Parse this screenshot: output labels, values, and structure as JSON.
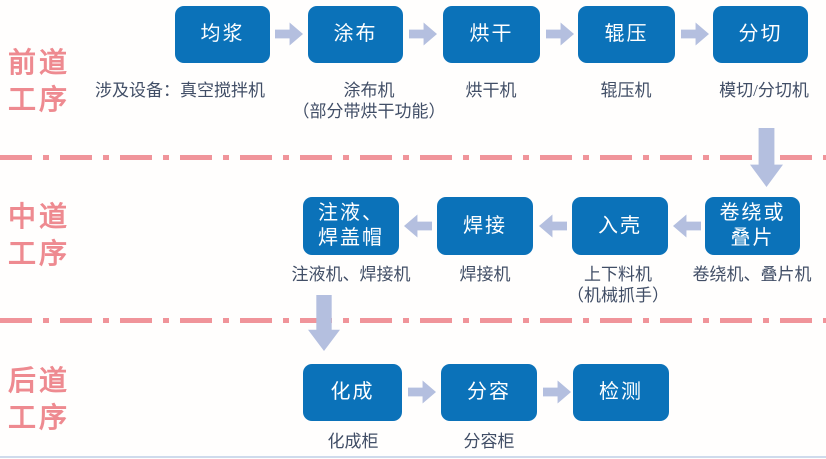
{
  "colors": {
    "box_blue": "#0b72b9",
    "arrow_blue": "#b4bfdf",
    "divider_red": "#f0949a",
    "stage_label_red": "#ee8a90",
    "caption_text": "#414e66"
  },
  "stages": {
    "front": {
      "label": "前道\n工序"
    },
    "middle": {
      "label": "中道\n工序"
    },
    "back": {
      "label": "后道\n工序"
    }
  },
  "front_row": {
    "flow_direction": "left-to-right",
    "steps": [
      {
        "label": "均浆",
        "equipment": "涉及设备：真空搅拌机"
      },
      {
        "label": "涂布",
        "equipment": "涂布机\n（部分带烘干功能）"
      },
      {
        "label": "烘干",
        "equipment": "烘干机"
      },
      {
        "label": "辊压",
        "equipment": "辊压机"
      },
      {
        "label": "分切",
        "equipment": "模切/分切机"
      }
    ]
  },
  "middle_row": {
    "flow_direction": "right-to-left",
    "steps": [
      {
        "label": "注液、焊盖帽",
        "equipment": "注液机、焊接机"
      },
      {
        "label": "焊接",
        "equipment": "焊接机"
      },
      {
        "label": "入壳",
        "equipment": "上下料机\n（机械抓手）"
      },
      {
        "label": "卷绕或叠片",
        "equipment": "卷绕机、叠片机"
      }
    ]
  },
  "back_row": {
    "flow_direction": "left-to-right",
    "steps": [
      {
        "label": "化成",
        "equipment": "化成柜"
      },
      {
        "label": "分容",
        "equipment": "分容柜"
      },
      {
        "label": "检测"
      }
    ]
  }
}
